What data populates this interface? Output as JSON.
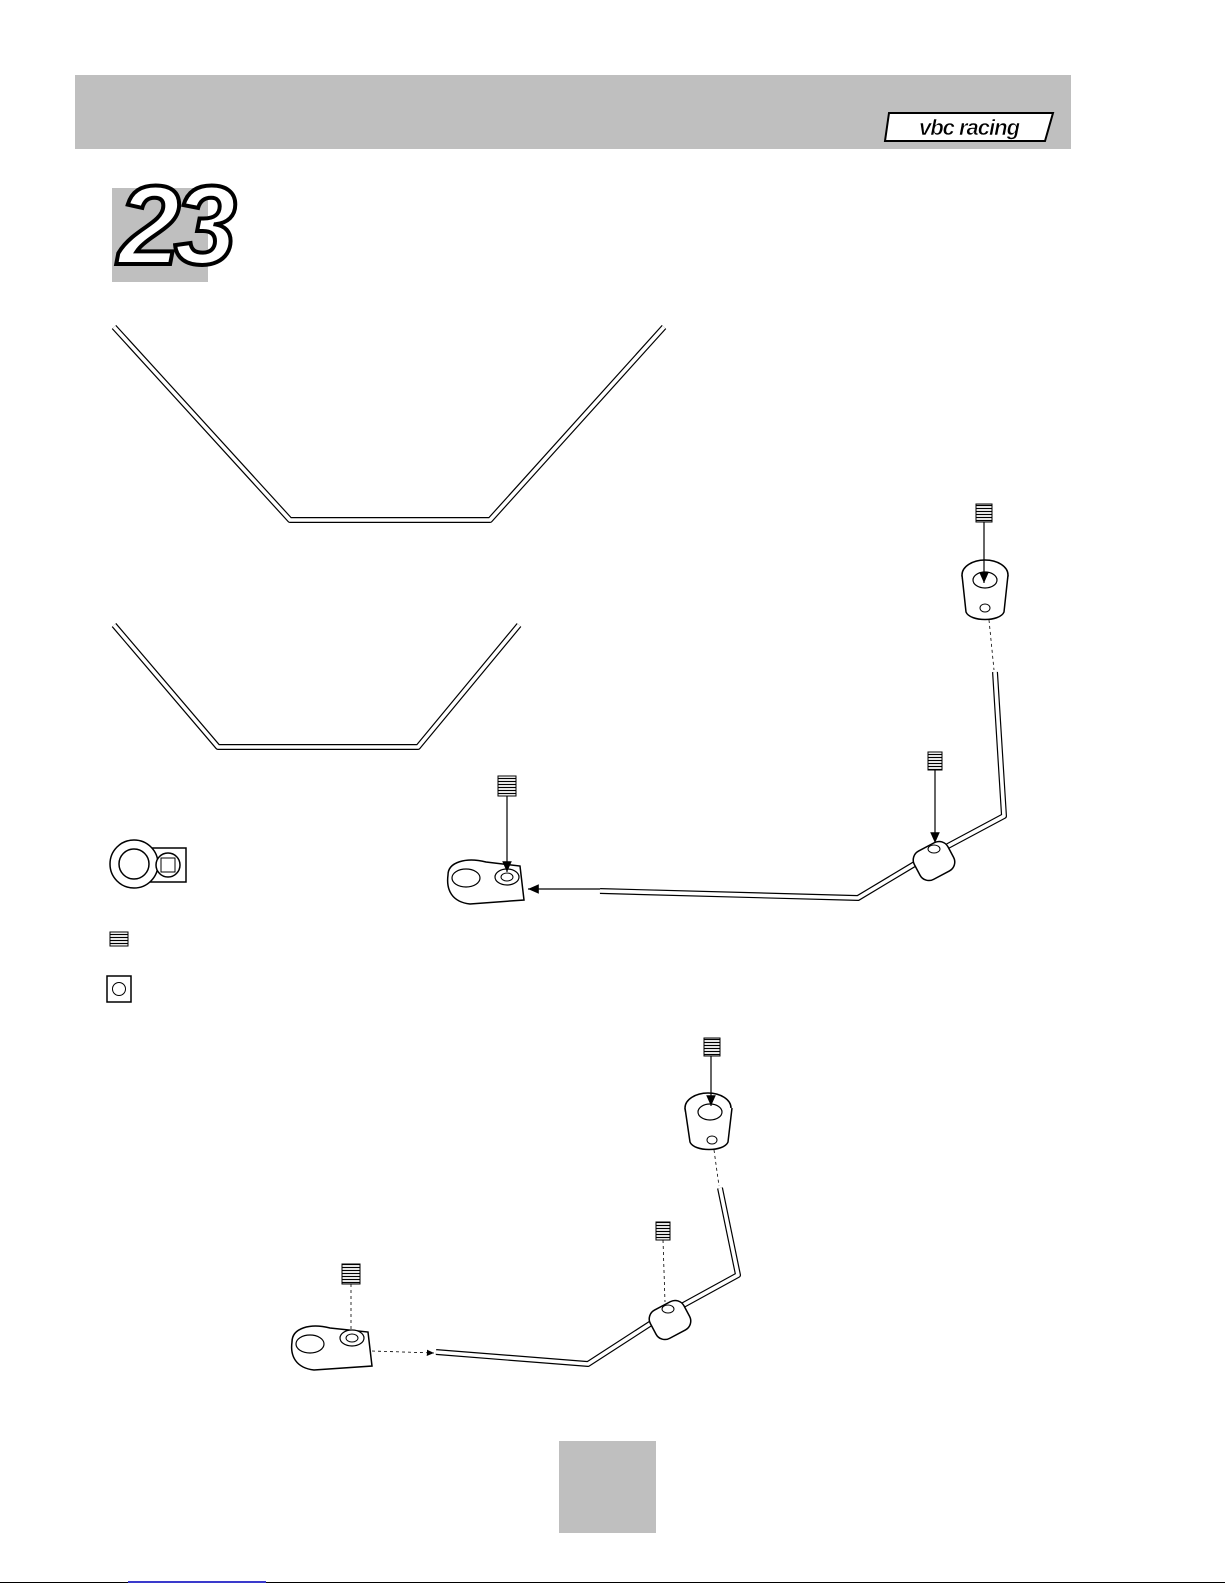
{
  "header": {
    "brand": "vbc racing",
    "background_color": "#bfbfbf"
  },
  "step": {
    "number": "23"
  },
  "parts": [
    {
      "icon": "anti-roll-bar-wire-large"
    },
    {
      "icon": "anti-roll-bar-wire-small"
    },
    {
      "icon": "ball-end-link"
    },
    {
      "icon": "set-screw"
    },
    {
      "icon": "collar-washer"
    }
  ],
  "footer": {
    "page_number": ""
  }
}
